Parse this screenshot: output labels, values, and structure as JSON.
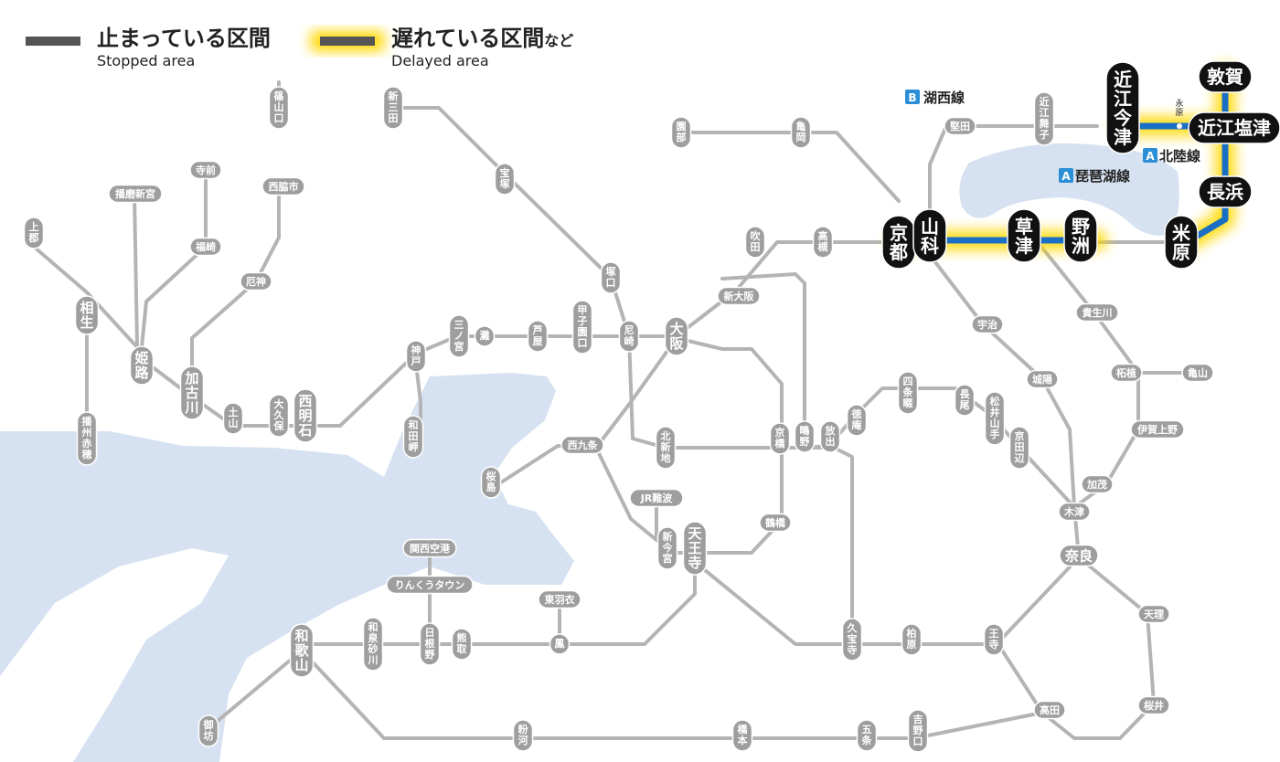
{
  "colors": {
    "water": "#d6e2f1",
    "track": "#b4b4b4",
    "station_fill": "#9e9e9e",
    "stopped": "#555555",
    "delayed_glow": "#ffd900",
    "line_blue": "#1a6fc4",
    "highlight_station": "#111111",
    "badge_blue": "#2b8fd6"
  },
  "legend": {
    "stopped_jp": "止まっている区間",
    "stopped_en": "Stopped area",
    "delayed_jp": "遅れている区間",
    "delayed_suffix": "など",
    "delayed_en": "Delayed area"
  },
  "lines": [
    {
      "badge": "B",
      "name": "湖西線"
    },
    {
      "badge": "A",
      "name": "北陸線"
    },
    {
      "badge": "A",
      "name": "琵琶湖線"
    }
  ],
  "stations": {
    "kyoto": "京都",
    "yamashina": "山科",
    "kusatsu": "草津",
    "yasu": "野洲",
    "maibara": "米原",
    "nagahama": "長浜",
    "tsuruga": "敦賀",
    "omi_shiotsu": "近江塩津",
    "omi_imazu": "近江今津",
    "nagahara": "永原",
    "katata": "堅田",
    "omi_maiko": "近江舞子",
    "sasayamaguchi": "篠山口",
    "shinsanda": "新三田",
    "takarazuka": "宝塚",
    "amagasaki": "尼崎",
    "osaka": "大阪",
    "shin_osaka": "新大阪",
    "suita": "吹田",
    "takatsuki": "高槻",
    "sonobe": "園部",
    "kameoka": "亀岡",
    "tsukaguchi": "塚口",
    "koshienguchi": "甲子園口",
    "ashiya": "芦屋",
    "nada": "灘",
    "sannomiya": "三ノ宮",
    "kobe": "神戸",
    "wadamisaki": "和田岬",
    "nishi_akashi": "西明石",
    "okubo": "大久保",
    "dobo": "土山",
    "kakogawa": "加古川",
    "yakujin": "厄神",
    "nishiwaki": "西脇市",
    "himeji": "姫路",
    "teramae": "寺前",
    "fukusaki": "福崎",
    "harima_shingu": "播磨新宮",
    "kamigori": "上郡",
    "aioi": "相生",
    "banshu_ako": "播州赤穂",
    "nishikujo": "西九条",
    "sakurajima": "桜島",
    "kitashinchi": "北新地",
    "kyobashi": "京橋",
    "tsurumi": "鶴橋",
    "jr_namba": "JR難波",
    "shin_imamiya": "新今宮",
    "tennoji": "天王寺",
    "shijonawate": "四条畷",
    "tokuan": "徳庵",
    "hanaten": "放出",
    "shigino": "鴫野",
    "nagao": "長尾",
    "matsuiyamate": "松井山手",
    "kyotanabe": "京田辺",
    "uji": "宇治",
    "joyo": "城陽",
    "kizu": "木津",
    "nara": "奈良",
    "kamo": "加茂",
    "iga_ueno": "伊賀上野",
    "tsuge": "柘植",
    "kameyama": "亀山",
    "kibukawa": "貴生川",
    "tenri": "天理",
    "sakurai": "桜井",
    "oji": "王寺",
    "takada": "高田",
    "kashiwara": "柏原",
    "kyuhoji": "久宝寺",
    "kansai_airport": "関西空港",
    "rinku_town": "りんくうタウン",
    "higashi_hagoromo": "東羽衣",
    "otori": "鳳",
    "hineno": "日根野",
    "kumatori": "熊取",
    "izumisunagawa": "和泉砂川",
    "wakayama": "和歌山",
    "gobo": "御坊",
    "kokawa": "粉河",
    "hashimoto": "橋本",
    "gojo": "五条",
    "yoshinoguchi": "吉野口"
  }
}
